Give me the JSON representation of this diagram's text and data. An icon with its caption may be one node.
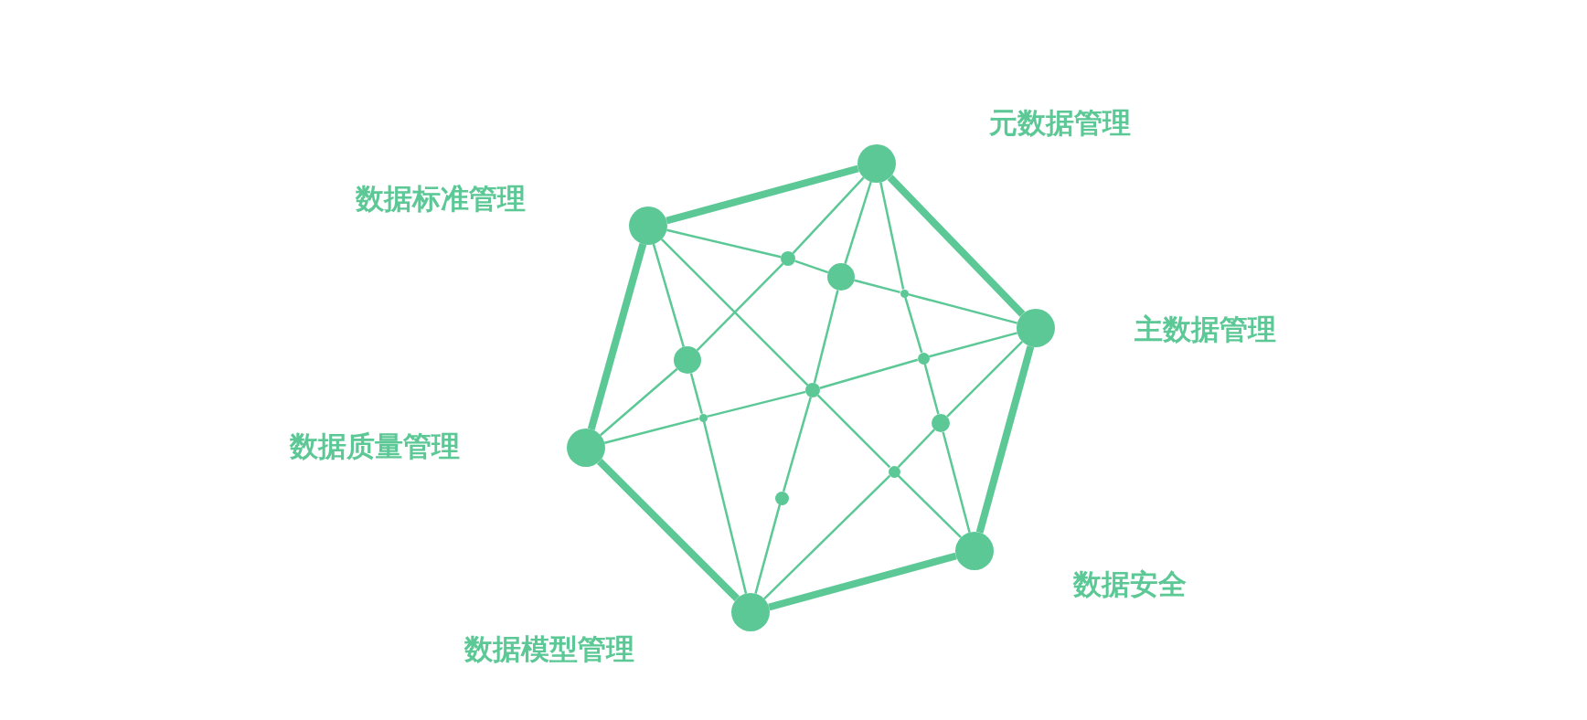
{
  "diagram": {
    "nodes": [
      {
        "text": [],
        "shape": "circle",
        "beside": [
          "元数据管理"
        ]
      },
      {
        "text": [],
        "shape": "circle",
        "beside": [
          "数据标准管理"
        ]
      },
      {
        "text": [],
        "shape": "circle"
      },
      {
        "text": [],
        "shape": "circle"
      },
      {
        "text": [],
        "shape": "circle"
      },
      {
        "text": [],
        "shape": "circle",
        "beside": [
          "主数据管理"
        ]
      },
      {
        "text": [],
        "shape": "circle"
      },
      {
        "text": [],
        "shape": "circle"
      },
      {
        "text": [],
        "shape": "circle"
      },
      {
        "text": [],
        "shape": "circle"
      },
      {
        "text": [],
        "shape": "circle"
      },
      {
        "text": [],
        "shape": "circle",
        "beside": [
          "数据质量管理"
        ]
      },
      {
        "text": [],
        "shape": "circle"
      },
      {
        "text": [],
        "shape": "circle"
      },
      {
        "text": [],
        "shape": "circle",
        "beside": [
          "数据安全"
        ]
      },
      {
        "text": [],
        "shape": "circle",
        "beside": [
          "数据模型管理"
        ]
      }
    ],
    "edges": [
      {
        "from": 0,
        "to": 1,
        "arrow": "none",
        "style": "thick"
      },
      {
        "from": 0,
        "to": 5,
        "arrow": "none",
        "style": "thick"
      },
      {
        "from": 5,
        "to": 14,
        "arrow": "none",
        "style": "thick"
      },
      {
        "from": 14,
        "to": 15,
        "arrow": "none",
        "style": "thick"
      },
      {
        "from": 15,
        "to": 11,
        "arrow": "none",
        "style": "thick"
      },
      {
        "from": 11,
        "to": 1,
        "arrow": "none",
        "style": "thick"
      },
      {
        "from": 1,
        "to": 2,
        "arrow": "none"
      },
      {
        "from": 2,
        "to": 3,
        "arrow": "none"
      },
      {
        "from": 3,
        "to": 4,
        "arrow": "none"
      },
      {
        "from": 4,
        "to": 5,
        "arrow": "none"
      },
      {
        "from": 0,
        "to": 2,
        "arrow": "none"
      },
      {
        "from": 2,
        "to": 7,
        "arrow": "none"
      },
      {
        "from": 7,
        "to": 11,
        "arrow": "none"
      },
      {
        "from": 0,
        "to": 3,
        "arrow": "none"
      },
      {
        "from": 3,
        "to": 8,
        "arrow": "none"
      },
      {
        "from": 8,
        "to": 13,
        "arrow": "none"
      },
      {
        "from": 13,
        "to": 15,
        "arrow": "none"
      },
      {
        "from": 0,
        "to": 4,
        "arrow": "none"
      },
      {
        "from": 4,
        "to": 6,
        "arrow": "none"
      },
      {
        "from": 6,
        "to": 10,
        "arrow": "none"
      },
      {
        "from": 10,
        "to": 14,
        "arrow": "none"
      },
      {
        "from": 5,
        "to": 6,
        "arrow": "none"
      },
      {
        "from": 6,
        "to": 8,
        "arrow": "none"
      },
      {
        "from": 8,
        "to": 9,
        "arrow": "none"
      },
      {
        "from": 9,
        "to": 11,
        "arrow": "none"
      },
      {
        "from": 1,
        "to": 8,
        "arrow": "none"
      },
      {
        "from": 8,
        "to": 12,
        "arrow": "none"
      },
      {
        "from": 12,
        "to": 14,
        "arrow": "none"
      },
      {
        "from": 5,
        "to": 10,
        "arrow": "none"
      },
      {
        "from": 10,
        "to": 12,
        "arrow": "none"
      },
      {
        "from": 12,
        "to": 15,
        "arrow": "none"
      },
      {
        "from": 1,
        "to": 7,
        "arrow": "none"
      },
      {
        "from": 7,
        "to": 9,
        "arrow": "none"
      },
      {
        "from": 9,
        "to": 15,
        "arrow": "none"
      }
    ]
  }
}
